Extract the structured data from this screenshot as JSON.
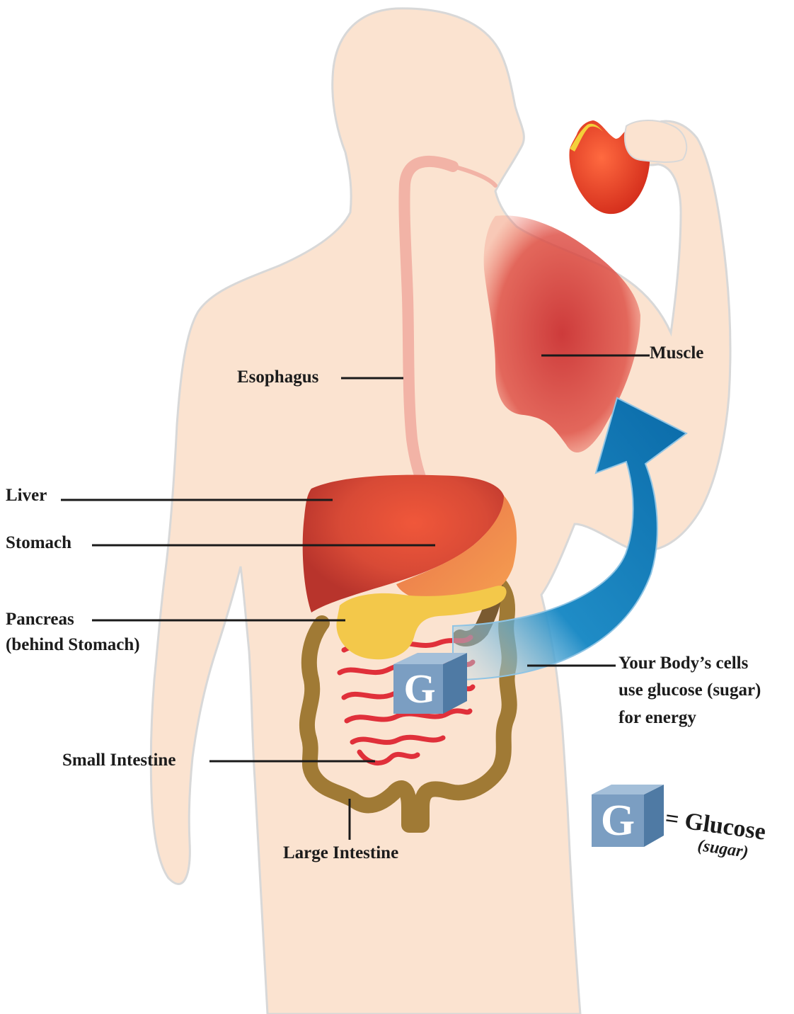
{
  "labels": {
    "esophagus": "Esophagus",
    "liver": "Liver",
    "stomach": "Stomach",
    "pancreas": "Pancreas",
    "pancreas_note": "(behind Stomach)",
    "small_intestine": "Small Intestine",
    "large_intestine": "Large Intestine",
    "muscle": "Muscle",
    "cells_line1": "Your Body’s cells",
    "cells_line2": "use glucose (sugar)",
    "cells_line3": "for energy"
  },
  "glucose_cube": {
    "letter": "G"
  },
  "legend": {
    "letter": "G",
    "equals_text": "= Glucose",
    "sub_text": "(sugar)"
  },
  "colors": {
    "skin": "#fbe3d0",
    "skin_outline": "#d6d6d6",
    "esophagus": "#f0b0a5",
    "liver": "#d84a36",
    "stomach": "#f08a4a",
    "pancreas": "#f3c84a",
    "small_intestine": "#e0303a",
    "large_intestine": "#a07a35",
    "muscle": "#d93a36",
    "arrow": "#0f7bb8",
    "cube": "#7b9ec2",
    "apple": "#e83a2a"
  }
}
